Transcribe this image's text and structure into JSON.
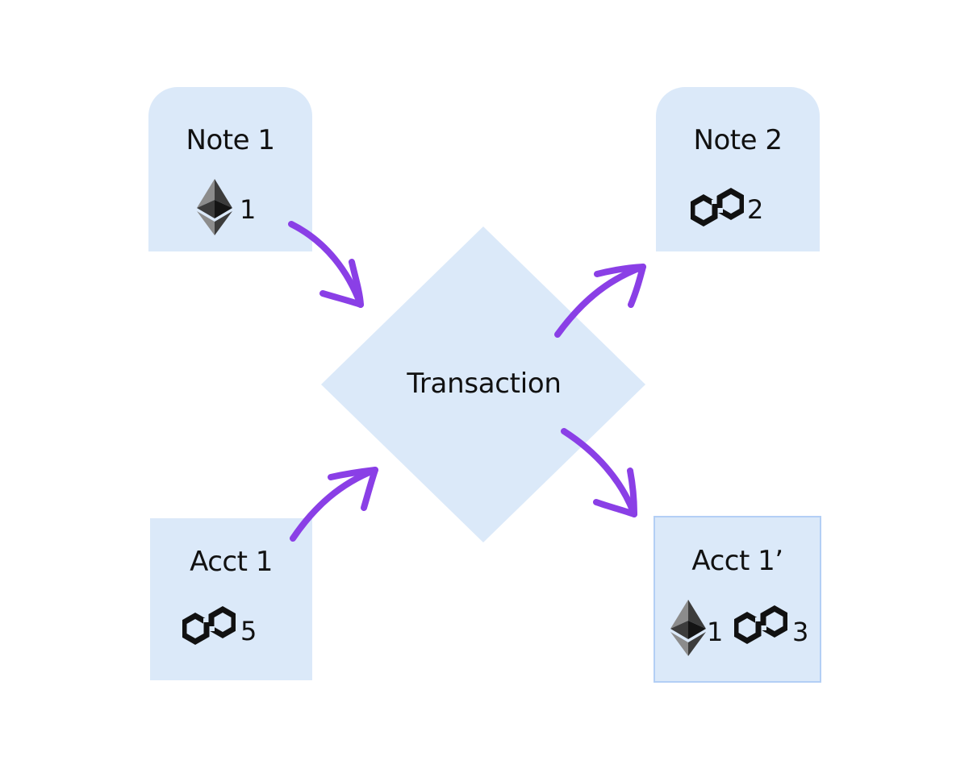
{
  "diagram": {
    "center": {
      "label": "Transaction"
    },
    "nodes": {
      "note_1": {
        "title": "Note 1",
        "holdings": [
          {
            "icon": "ethereum-icon",
            "amount": "1"
          }
        ]
      },
      "note_2": {
        "title": "Note 2",
        "holdings": [
          {
            "icon": "polygon-icon",
            "amount": "2"
          }
        ]
      },
      "acct_1": {
        "title": "Acct 1",
        "holdings": [
          {
            "icon": "polygon-icon",
            "amount": "5"
          }
        ]
      },
      "acct_1p": {
        "title": "Acct 1’",
        "holdings": [
          {
            "icon": "ethereum-icon",
            "amount": "1"
          },
          {
            "icon": "polygon-icon",
            "amount": "3"
          }
        ]
      }
    },
    "edges": [
      {
        "from": "Note 1",
        "to": "Transaction"
      },
      {
        "from": "Acct 1",
        "to": "Transaction"
      },
      {
        "from": "Transaction",
        "to": "Note 2"
      },
      {
        "from": "Transaction",
        "to": "Acct 1’"
      }
    ],
    "colors": {
      "box_fill": "#dbe9f9",
      "box_border": "#b3cff5",
      "arrow": "#8a3fe6",
      "text": "#111111"
    }
  }
}
